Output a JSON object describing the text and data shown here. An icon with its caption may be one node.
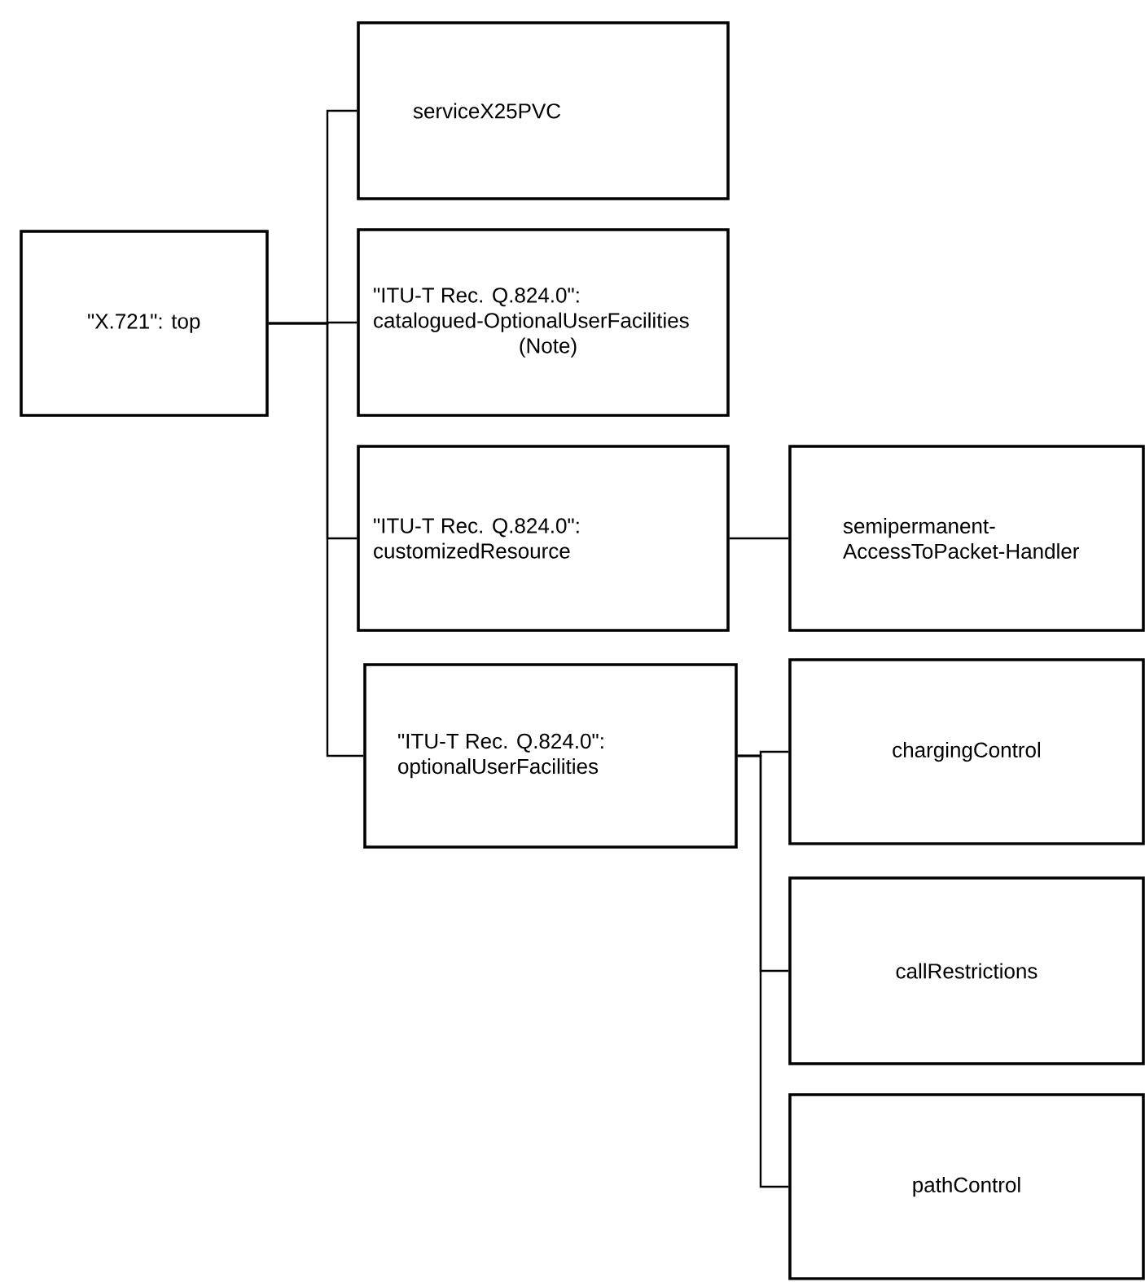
{
  "diagram": {
    "nodes": [
      {
        "text": [
          "\"X.721\": top"
        ]
      },
      {
        "text": [
          "serviceX25PVC"
        ]
      },
      {
        "text": [
          "\"ITU-T Rec. Q.824.0\": catalogued-OptionalUserFacilities",
          "(Note)"
        ]
      },
      {
        "text": [
          "\"ITU-T Rec. Q.824.0\": customizedResource"
        ]
      },
      {
        "text": [
          "\"ITU-T Rec. Q.824.0\": optionalUserFacilities"
        ]
      },
      {
        "text": [
          "semipermanent-AccessToPacket-Handler"
        ]
      },
      {
        "text": [
          "chargingControl"
        ]
      },
      {
        "text": [
          "callRestrictions"
        ]
      },
      {
        "text": [
          "pathControl"
        ]
      }
    ],
    "edges": [
      {
        "from": 0,
        "to": 1,
        "arrow": "none"
      },
      {
        "from": 0,
        "to": 2,
        "arrow": "none"
      },
      {
        "from": 0,
        "to": 3,
        "arrow": "none"
      },
      {
        "from": 0,
        "to": 4,
        "arrow": "none"
      },
      {
        "from": 3,
        "to": 5,
        "arrow": "none"
      },
      {
        "from": 4,
        "to": 6,
        "arrow": "none"
      },
      {
        "from": 4,
        "to": 7,
        "arrow": "none"
      },
      {
        "from": 4,
        "to": 8,
        "arrow": "none"
      }
    ]
  }
}
